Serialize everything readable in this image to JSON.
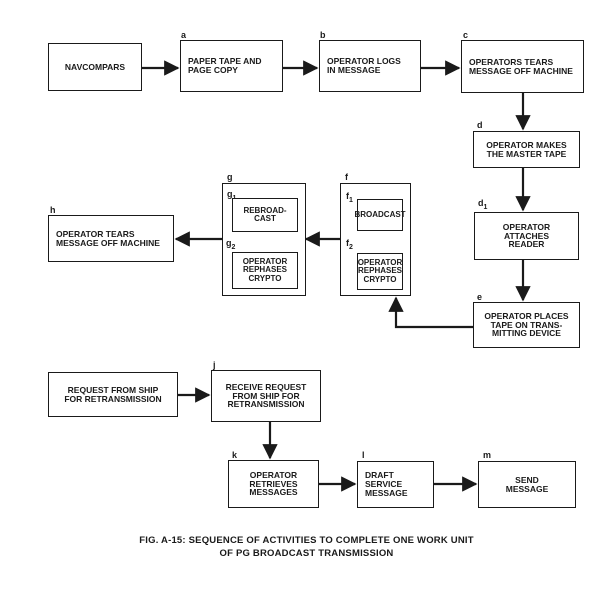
{
  "boxes": {
    "navcompars": "NAVCOMPARS",
    "a": "PAPER TAPE AND\nPAGE COPY",
    "b": "OPERATOR LOGS\nIN MESSAGE",
    "c": "OPERATORS TEARS\nMESSAGE OFF MACHINE",
    "d": "OPERATOR MAKES\nTHE MASTER TAPE",
    "d1": "OPERATOR\nATTACHES\nREADER",
    "e": "OPERATOR PLACES\nTAPE ON TRANS-\nMITTING DEVICE",
    "f1": "BROADCAST",
    "f2": "OPERATOR\nREPHASES\nCRYPTO",
    "g1": "REBROAD-\nCAST",
    "g2": "OPERATOR\nREPHASES\nCRYPTO",
    "h": "OPERATOR TEARS\nMESSAGE OFF MACHINE",
    "request": "REQUEST FROM SHIP\nFOR RETRANSMISSION",
    "j": "RECEIVE REQUEST\nFROM SHIP FOR\nRETRANSMISSION",
    "k": "OPERATOR\nRETRIEVES\nMESSAGES",
    "l": "DRAFT\nSERVICE\nMESSAGE",
    "m": "SEND\nMESSAGE"
  },
  "tags": {
    "a": "a",
    "b": "b",
    "c": "c",
    "d": "d",
    "d1_main": "d",
    "d1_sub": "1",
    "e": "e",
    "f": "f",
    "f1_main": "f",
    "f1_sub": "1",
    "f2_main": "f",
    "f2_sub": "2",
    "g": "g",
    "g1_main": "g",
    "g1_sub": "1",
    "g2_main": "g",
    "g2_sub": "2",
    "h": "h",
    "j": "j",
    "k": "k",
    "l": "l",
    "m": "m"
  },
  "caption": {
    "line1": "FIG. A-15:  SEQUENCE OF ACTIVITIES TO COMPLETE ONE WORK UNIT",
    "line2": "OF PG BROADCAST TRANSMISSION"
  }
}
